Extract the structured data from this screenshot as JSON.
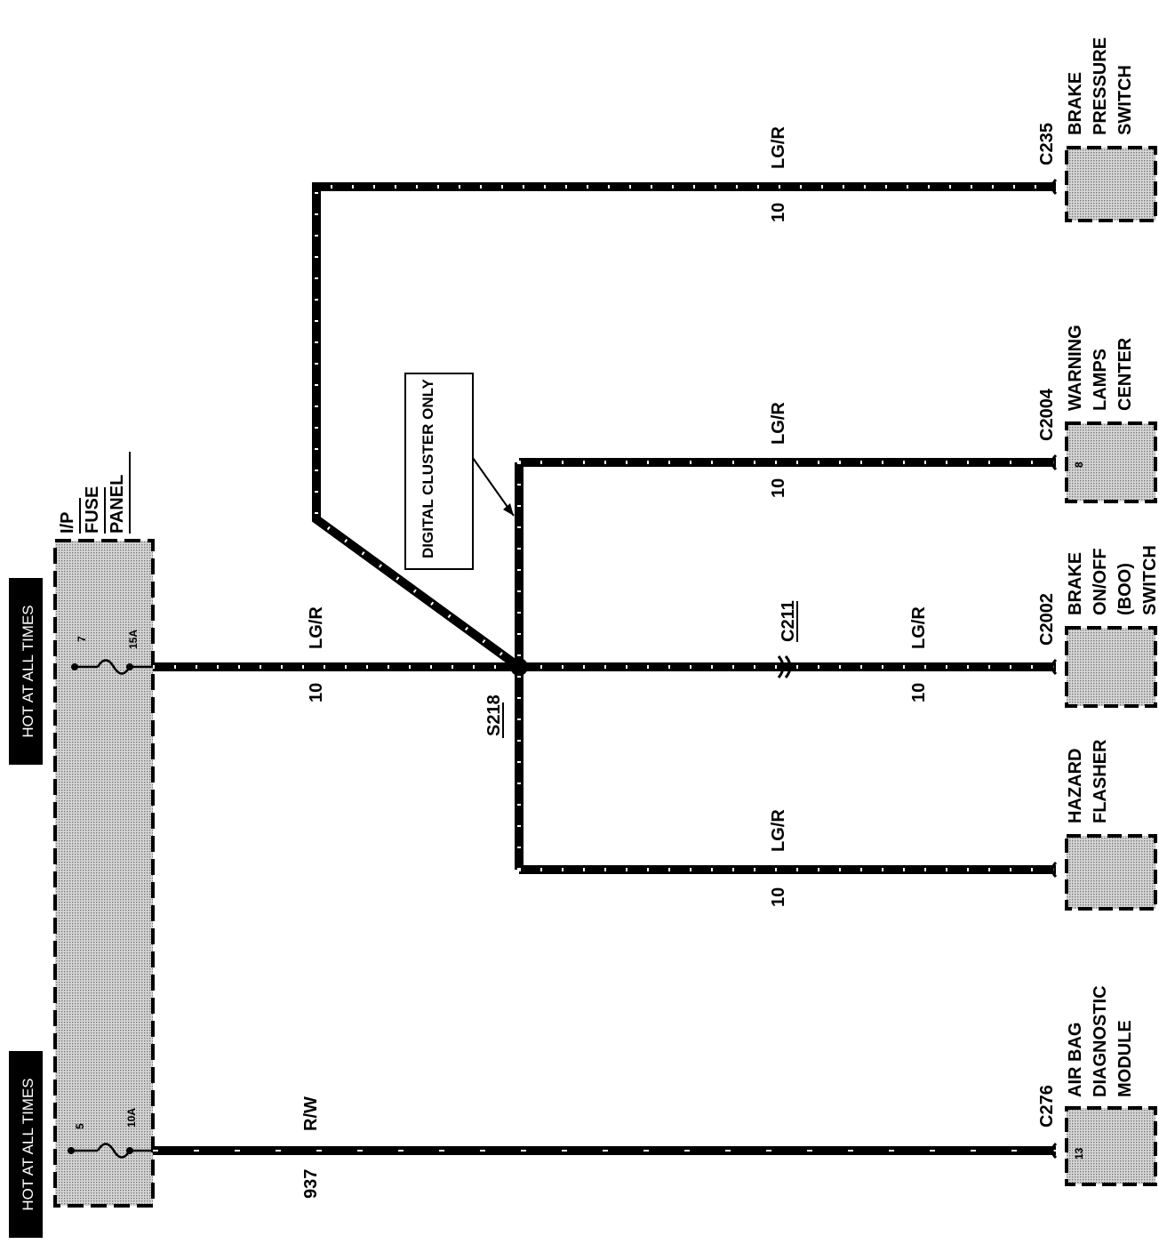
{
  "power": {
    "hot_label": "HOT AT ALL TIMES",
    "fuse_panel_lines": [
      "I/P",
      "FUSE",
      "PANEL"
    ],
    "fuses": [
      {
        "number": "7",
        "rating": "15A"
      },
      {
        "number": "5",
        "rating": "10A"
      }
    ]
  },
  "wires": {
    "main_color": "LG/R",
    "main_gauge": "10",
    "airbag_color": "R/W",
    "airbag_circuit": "937"
  },
  "splice": "S218",
  "inline_connector": "C211",
  "note": "DIGITAL CLUSTER ONLY",
  "components": [
    {
      "id": "brake-pressure-switch",
      "connector": "C235",
      "lines": [
        "BRAKE",
        "PRESSURE",
        "SWITCH"
      ],
      "pin": ""
    },
    {
      "id": "warning-lamps-center",
      "connector": "C2004",
      "lines": [
        "WARNING",
        "LAMPS",
        "CENTER"
      ],
      "pin": "8"
    },
    {
      "id": "boo-switch",
      "connector": "C2002",
      "lines": [
        "BRAKE",
        "ON/OFF",
        "(BOO)",
        "SWITCH"
      ],
      "pin": ""
    },
    {
      "id": "hazard-flasher",
      "connector": "",
      "lines": [
        "HAZARD",
        "FLASHER"
      ],
      "pin": ""
    },
    {
      "id": "air-bag-module",
      "connector": "C276",
      "lines": [
        "AIR BAG",
        "DIAGNOSTIC",
        "MODULE"
      ],
      "pin": "13"
    }
  ],
  "colors": {
    "wire": "#000000",
    "component_fill": "#bdbdbd",
    "background": "#ffffff"
  }
}
